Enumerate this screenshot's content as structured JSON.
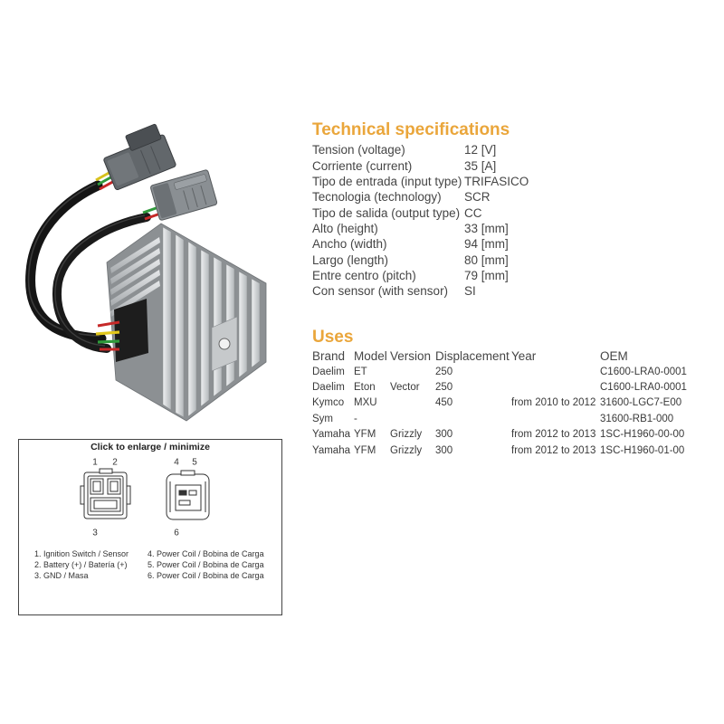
{
  "colors": {
    "heading": "#eaa63b",
    "text": "#454545",
    "border": "#444444"
  },
  "product_image": {
    "icon": "voltage-regulator-photo"
  },
  "diagram": {
    "title": "Click to enlarge / minimize",
    "pins": {
      "p1": "1",
      "p2": "2",
      "p3": "3",
      "p4": "4",
      "p5": "5",
      "p6": "6"
    },
    "legend_left": [
      "1. Ignition Switch / Sensor",
      "2. Battery (+) / Batería (+)",
      "3. GND / Masa"
    ],
    "legend_right": [
      "4. Power Coil / Bobina de Carga",
      "5. Power Coil / Bobina de Carga",
      "6. Power Coil / Bobina de Carga"
    ]
  },
  "specs": {
    "title": "Technical specifications",
    "rows": [
      {
        "label": "Tension (voltage)",
        "value": "12 [V]"
      },
      {
        "label": "Corriente (current)",
        "value": "35 [A]"
      },
      {
        "label": "Tipo de entrada (input type)",
        "value": "TRIFASICO"
      },
      {
        "label": "Tecnologia (technology)",
        "value": "SCR"
      },
      {
        "label": "Tipo de salida (output type)",
        "value": "CC"
      },
      {
        "label": "Alto (height)",
        "value": "33 [mm]"
      },
      {
        "label": "Ancho (width)",
        "value": "94 [mm]"
      },
      {
        "label": "Largo (length)",
        "value": "80 [mm]"
      },
      {
        "label": "Entre centro (pitch)",
        "value": "79 [mm]"
      },
      {
        "label": "Con sensor (with sensor)",
        "value": "SI"
      }
    ]
  },
  "uses": {
    "title": "Uses",
    "columns": [
      "Brand",
      "Model",
      "Version",
      "Displacement",
      "Year",
      "OEM"
    ],
    "rows": [
      {
        "brand": "Daelim",
        "model": "ET",
        "version": "",
        "displacement": "250",
        "year": "",
        "oem": "C1600-LRA0-0001"
      },
      {
        "brand": "Daelim",
        "model": "Eton",
        "version": "Vector",
        "displacement": "250",
        "year": "",
        "oem": "C1600-LRA0-0001"
      },
      {
        "brand": "Kymco",
        "model": "MXU",
        "version": "",
        "displacement": "450",
        "year": "from 2010 to 2012",
        "oem": "31600-LGC7-E00"
      },
      {
        "brand": "Sym",
        "model": "-",
        "version": "",
        "displacement": "",
        "year": "",
        "oem": "31600-RB1-000"
      },
      {
        "brand": "Yamaha",
        "model": "YFM",
        "version": "Grizzly",
        "displacement": "300",
        "year": "from 2012 to 2013",
        "oem": "1SC-H1960-00-00"
      },
      {
        "brand": "Yamaha",
        "model": "YFM",
        "version": "Grizzly",
        "displacement": "300",
        "year": "from 2012 to 2013",
        "oem": "1SC-H1960-01-00"
      }
    ]
  }
}
